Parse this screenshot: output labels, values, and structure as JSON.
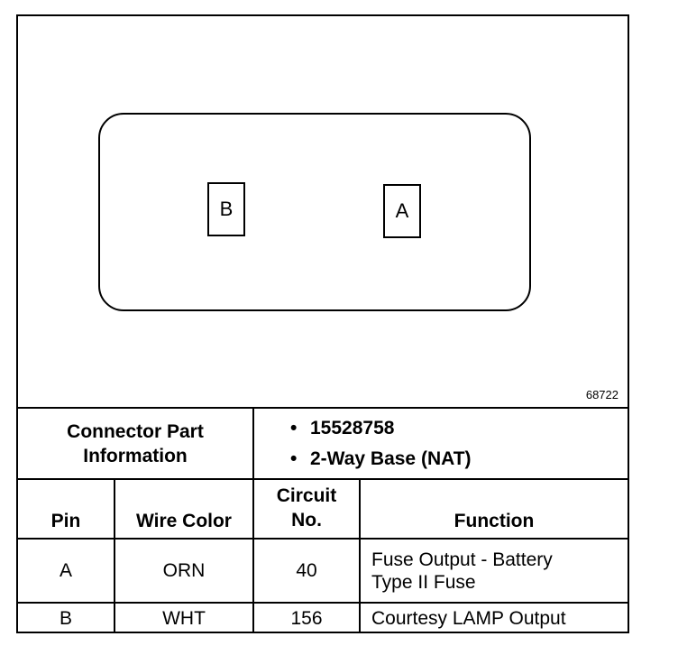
{
  "diagram": {
    "pins": [
      {
        "label": "B"
      },
      {
        "label": "A"
      }
    ],
    "figure_id": "68722"
  },
  "connector_info": {
    "label_line1": "Connector Part",
    "label_line2": "Information",
    "bullet": "•",
    "items": [
      "15528758",
      "2-Way Base (NAT)"
    ]
  },
  "table": {
    "headers": {
      "pin": "Pin",
      "wire_color": "Wire Color",
      "circuit_line1": "Circuit",
      "circuit_line2": "No.",
      "function": "Function"
    },
    "rows": [
      {
        "pin": "A",
        "wire_color": "ORN",
        "circuit": "40",
        "function_line1": "Fuse Output - Battery",
        "function_line2": "Type II Fuse"
      },
      {
        "pin": "B",
        "wire_color": "WHT",
        "circuit": "156",
        "function_line1": "Courtesy LAMP Output",
        "function_line2": ""
      }
    ]
  }
}
